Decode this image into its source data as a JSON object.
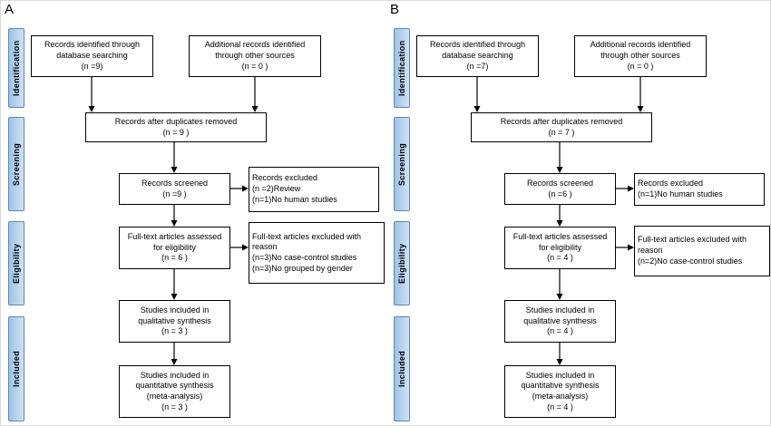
{
  "panels": [
    {
      "label": "A",
      "stages": {
        "identification": "Identification",
        "screening": "Screening",
        "eligibility": "Eligibility",
        "included": "Included"
      },
      "boxes": {
        "database": "Records identified through\ndatabase searching\n(n =9)",
        "other_sources": "Additional records identified\nthrough other sources\n(n = 0 )",
        "after_duplicates": "Records after duplicates removed\n(n = 9 )",
        "screened": "Records screened\n(n =9 )",
        "records_excluded": "Records excluded\n(n =2)Review\n(n=1)No human studies",
        "fulltext_assessed": "Full-text articles assessed\nfor eligibility\n(n = 6 )",
        "fulltext_excluded": "Full-text articles excluded with\nreason\n(n=3)No case-control studies\n(n=3)No grouped by gender",
        "qualitative": "Studies included in\nqualitative synthesis\n(n = 3 )",
        "quantitative": "Studies included in\nquantitative synthesis\n(meta-analysis)\n(n = 3 )"
      }
    },
    {
      "label": "B",
      "stages": {
        "identification": "Identification",
        "screening": "Screening",
        "eligibility": "Eligibility",
        "included": "Included"
      },
      "boxes": {
        "database": "Records identified through\ndatabase searching\n(n =7)",
        "other_sources": "Additional records identified\nthrough other sources\n(n = 0 )",
        "after_duplicates": "Records after duplicates removed\n(n = 7 )",
        "screened": "Records screened\n(n =6 )",
        "records_excluded": "Records excluded\n(n=1)No human studies",
        "fulltext_assessed": "Full-text articles assessed\nfor eligibility\n(n = 4 )",
        "fulltext_excluded": "Full-text articles excluded with\nreason\n(n=2)No case-control studies",
        "qualitative": "Studies included in\nqualitative synthesis\n(n = 4 )",
        "quantitative": "Studies included in\nquantitative synthesis\n(meta-analysis)\n(n = 4 )"
      }
    }
  ],
  "colors": {
    "stage_fill_light": "#cfe2f4",
    "stage_fill_dark": "#9dc3e6",
    "stage_border": "#5e87b0",
    "box_border": "#000000",
    "background": "#ffffff"
  }
}
